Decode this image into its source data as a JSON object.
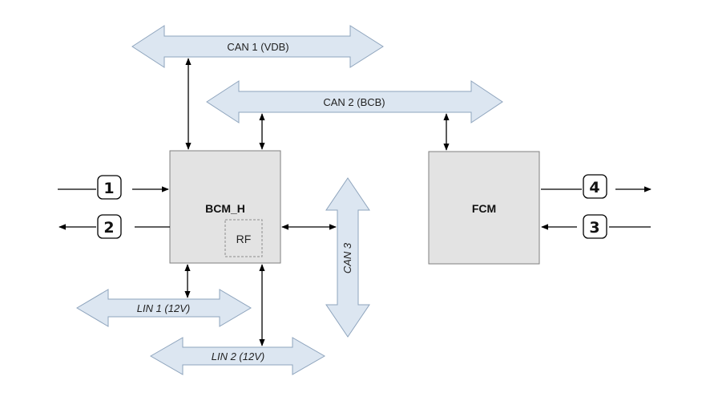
{
  "buses": {
    "can1": "CAN 1 (VDB)",
    "can2": "CAN 2 (BCB)",
    "can3": "CAN 3",
    "lin1": "LIN 1 (12V)",
    "lin2": "LIN 2 (12V)"
  },
  "modules": {
    "bcm": "BCM_H",
    "rf": "RF",
    "fcm": "FCM"
  },
  "ports": {
    "p1": "1",
    "p2": "2",
    "p3": "3",
    "p4": "4"
  }
}
